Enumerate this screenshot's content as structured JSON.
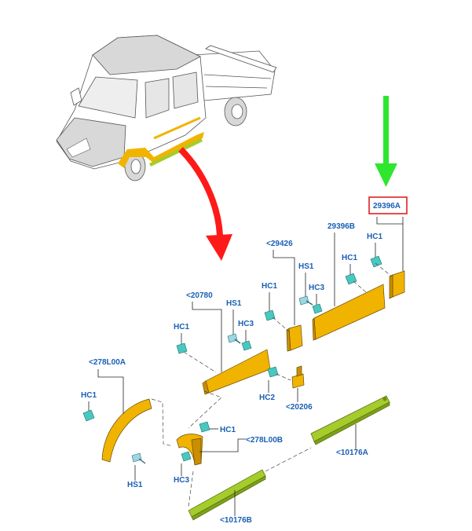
{
  "highlight_box": {
    "label": "29396A",
    "border_color": "#e02020"
  },
  "labels": {
    "p29396A": "29396A",
    "p29396B": "29396B",
    "p29426": "<29426",
    "p20780": "<20780",
    "p278L00A": "<278L00A",
    "p278L00B": "<278L00B",
    "p20206": "<20206",
    "p10176A": "<10176A",
    "p10176B": "<10176B",
    "hc1_a": "HC1",
    "hc1_b": "HC1",
    "hc1_c": "HC1",
    "hc1_d": "HC1",
    "hc1_e": "HC1",
    "hc1_f": "HC1",
    "hs1_a": "HS1",
    "hs1_b": "HS1",
    "hs1_c": "HS1",
    "hc3_a": "HC3",
    "hc3_b": "HC3",
    "hc3_c": "HC3",
    "hc2": "HC2"
  },
  "arrows": {
    "red": "#ff1a1a",
    "green": "#2ee62e"
  },
  "colors": {
    "label": "#1a5fb4",
    "trim_orange": "#f0b400",
    "trim_green": "#a6cc2c",
    "clip_teal": "#49c8c0"
  }
}
